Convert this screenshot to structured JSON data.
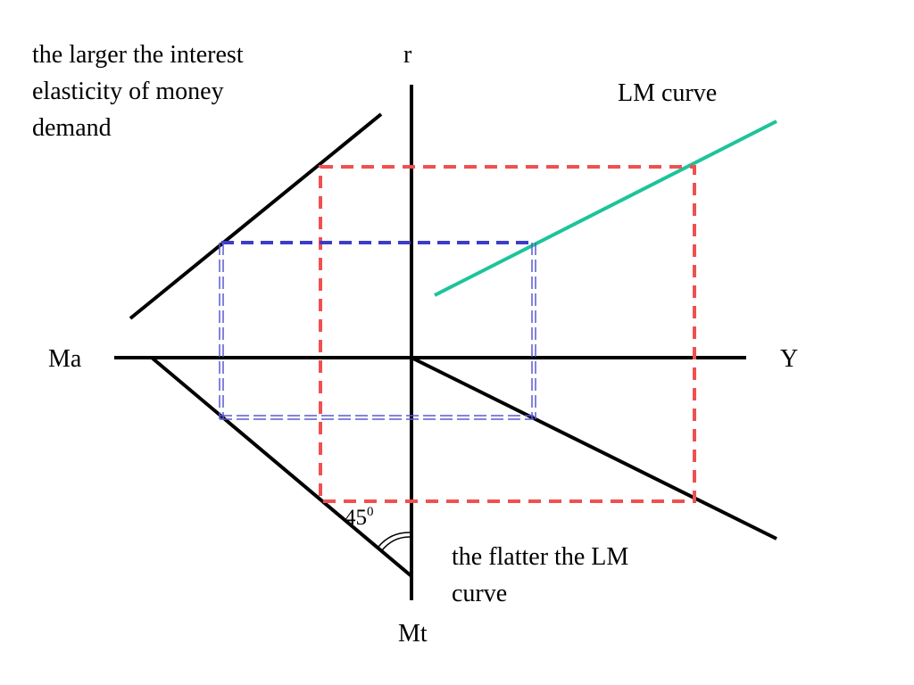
{
  "annotations": {
    "top_left_lines": [
      "the larger the interest",
      "elasticity of money",
      "demand"
    ],
    "bottom_right_lines": [
      "the flatter the LM",
      "curve"
    ]
  },
  "labels": {
    "r": "r",
    "lm_curve": "LM curve",
    "ma": "Ma",
    "y": "Y",
    "mt": "Mt",
    "angle_value": "45",
    "angle_degree": "0"
  },
  "colors": {
    "axes": "#000000",
    "lm_curve": "#1cc49a",
    "red_dashed": "#f05050",
    "blue_dashed": "#3c3cc8"
  }
}
